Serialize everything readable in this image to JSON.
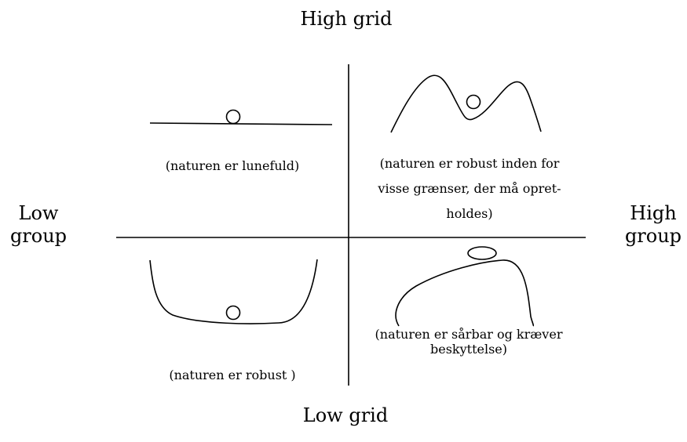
{
  "axes": {
    "top": "High grid",
    "bottom": "Low grid",
    "left_line1": "Low",
    "left_line2": "group",
    "right_line1": "High",
    "right_line2": "group"
  },
  "quadrants": {
    "top_left": {
      "caption": "(naturen er lunefuld)"
    },
    "top_right": {
      "caption_line1": "(naturen er robust inden for",
      "caption_line2": "visse grænser, der må opret-",
      "caption_line3": "holdes)"
    },
    "bottom_left": {
      "caption": "(naturen er robust )"
    },
    "bottom_right": {
      "caption_line1": "(naturen er sårbar og kræver",
      "caption_line2": "beskyttelse)"
    }
  }
}
